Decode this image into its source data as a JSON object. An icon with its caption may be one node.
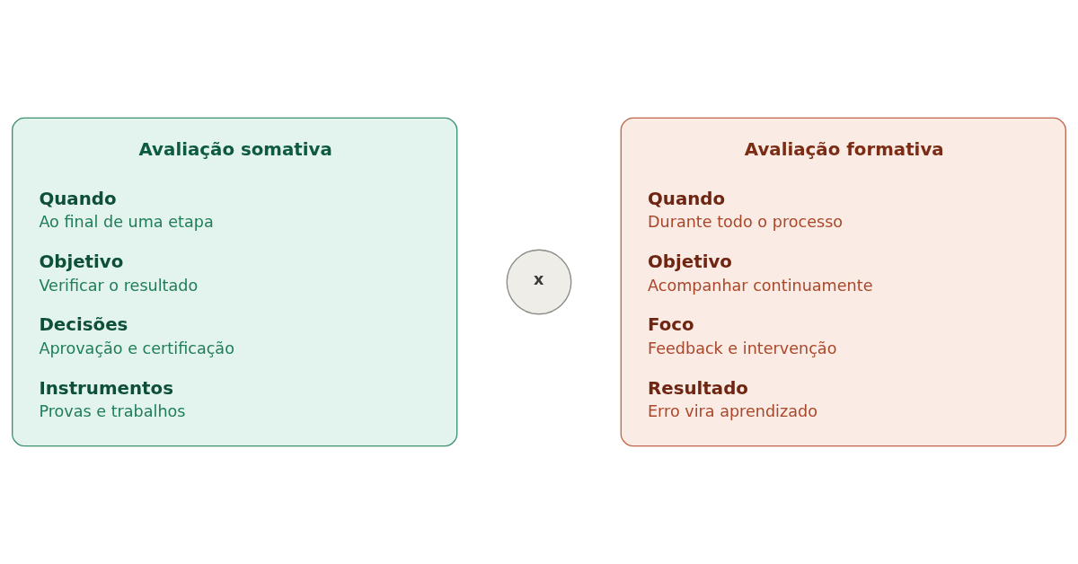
{
  "diagram": {
    "nodes": [
      {
        "text": [
          "Avaliação somativa",
          "Quando",
          "Ao final de uma etapa",
          "Objetivo",
          "Verificar o resultado",
          "Decisões",
          "Aprovação e certificação",
          "Instrumentos",
          "Provas e trabalhos"
        ]
      },
      {
        "text": [
          "x"
        ]
      },
      {
        "text": [
          "Avaliação formativa",
          "Quando",
          "Durante todo o processo",
          "Objetivo",
          "Acompanhar continuamente",
          "Foco",
          "Feedback e intervenção",
          "Resultado",
          "Erro vira aprendizado"
        ]
      }
    ]
  }
}
